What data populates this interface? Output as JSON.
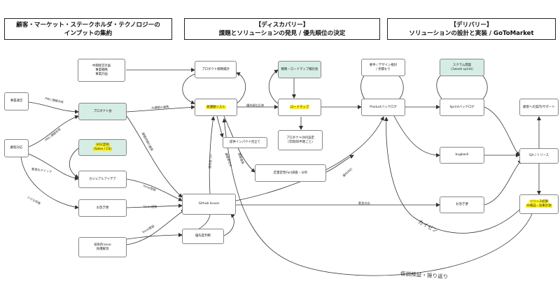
{
  "headers": {
    "col1": {
      "line1": "顧客・マーケット・ステークホルダ・テクノロジーの",
      "line2": "インプットの集約"
    },
    "col2": {
      "line1": "【ディスカバリー】",
      "line2": "課題とソリューションの発見 / 優先順位の決定"
    },
    "col3": {
      "line1": "【デリバリー】",
      "line2": "ソリューションの設計と実装 / GoToMarket"
    }
  },
  "nodes": {
    "business_plan": {
      "l1": "中期経営計画",
      "l2": "事業戦略",
      "l3": "事業計画"
    },
    "business_ops": {
      "l1": "事業運営"
    },
    "customer": {
      "l1": "顧客対応"
    },
    "product_meeting": {
      "l1": "プロダクト会"
    },
    "voc": {
      "l1": "VOC定例",
      "l2": "(Sales / CS)"
    },
    "casual_idea": {
      "l1": "カジュアルアイデア"
    },
    "urgent_left": {
      "l1": "お急ぎ便"
    },
    "tech_issue": {
      "l1": "技術的issue",
      "l2": "負債解消"
    },
    "strategy_review": {
      "l1": "プロダクト戦略検討"
    },
    "issue_list": {
      "l1": "新課題リスト"
    },
    "roadmap_review": {
      "l1": "戦略・ロードマップ検討会"
    },
    "roadmap": {
      "l1": "ロードマップ"
    },
    "okr": {
      "l1": "プロダクトOKR設定",
      "l2": "(年間/四半期ごと)"
    },
    "impact": {
      "l1": "提供インパクト見立て"
    },
    "research": {
      "l1": "定量定性Fact調査・分析"
    },
    "github": {
      "l1": "Github Issues"
    },
    "priority": {
      "l1": "優先度判断"
    },
    "requirements": {
      "l1": "要件 / デザイン検討",
      "l2": "/ 見積もり"
    },
    "product_backlog": {
      "l1": "Productバックログ"
    },
    "scrum": {
      "l1": "スクラム開発",
      "l2": "(1week sprint)"
    },
    "sprint_backlog": {
      "l1": "Sprintバックログ"
    },
    "bugbash": {
      "l1": "bugbash"
    },
    "urgent_right": {
      "l1": "お急ぎ便"
    },
    "guide": {
      "l1": "顧客への案内/サポート"
    },
    "qa": {
      "l1": "QA / リリース"
    },
    "release_review": {
      "l1": "リリース結果",
      "l2": "の検証・効果計測"
    }
  },
  "edge_labels": {
    "pmm_share": "PMに課題共有",
    "pmm_share2": "PMに課題共有",
    "big_issue": "大課題の連携",
    "kaizen_small": "要望のクイック",
    "casual_small": "小さな改善",
    "issue_register_1": "Issue登録",
    "issue_register_2": "Issue連携",
    "issue_register_3": "Issue登録",
    "detail_link": "課題詳細の連携",
    "priority_reflect": "優先順位反映",
    "prio_sort": "優先度づけ",
    "issue_unit": "課題単位の",
    "issue_push": "課題連携",
    "backlog_link": "優先対応",
    "urgent": "緊急対応",
    "kaizen": "カイゼン",
    "hypothesis": "仮説検証・振り返り"
  },
  "colors": {
    "teal": "#d6ede6",
    "highlight": "#fff200",
    "line": "#333333"
  }
}
